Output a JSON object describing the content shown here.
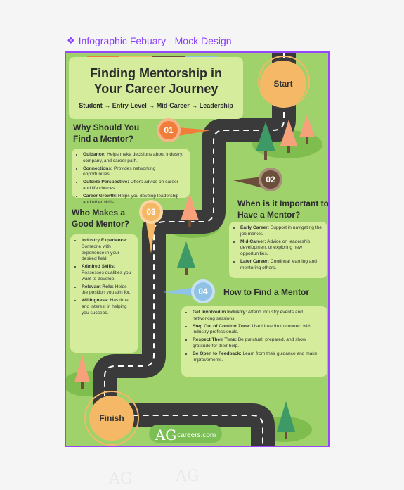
{
  "canvas": {
    "frame_label": "Infographic Febuary - Mock Design",
    "frame_icon": "component-diamond-icon",
    "selection_color": "#9747ff"
  },
  "infographic": {
    "title_line1": "Finding Mentorship in",
    "title_line2": "Your Career Journey",
    "career_path": "Student → Entry-Level → Mid-Career → Leadership",
    "start_label": "Start",
    "finish_label": "Finish",
    "logo_mark": "AG",
    "logo_text": "careers.com",
    "colors": {
      "background": "#9fd26a",
      "card": "#d5ec9d",
      "road": "#3a3a3a",
      "accent_orange": "#f07e3a",
      "accent_brown": "#6b4f3a",
      "accent_yellow": "#f4b866",
      "accent_blue": "#8fc2e4"
    },
    "sections": [
      {
        "number": "01",
        "heading": "Why Should You Find a Mentor?",
        "items": [
          {
            "term": "Guidance:",
            "text": "Helps make decisions about industry, company, and career path."
          },
          {
            "term": "Connections:",
            "text": "Provides networking opportunities."
          },
          {
            "term": "Outside Perspective:",
            "text": "Offers advice on career and life choices."
          },
          {
            "term": "Career Growth:",
            "text": "Helps you develop leadership and other skills."
          }
        ]
      },
      {
        "number": "02",
        "heading": "When is it Important to Have a Mentor?",
        "items": [
          {
            "term": "Early Career:",
            "text": "Support in navigating the job market."
          },
          {
            "term": "Mid-Career:",
            "text": "Advice on leadership development or exploring new opportunities."
          },
          {
            "term": "Later Career:",
            "text": "Continual learning and mentoring others."
          }
        ]
      },
      {
        "number": "03",
        "heading": "Who Makes a Good Mentor?",
        "items": [
          {
            "term": "Industry Experience:",
            "text": "Someone with experience in your desired field."
          },
          {
            "term": "Admired Skills:",
            "text": "Possesses qualities you want to develop."
          },
          {
            "term": "Relevant Role:",
            "text": "Holds the position you aim for."
          },
          {
            "term": "Willingness:",
            "text": "Has time and interest in helping you succeed."
          }
        ]
      },
      {
        "number": "04",
        "heading": "How to Find a Mentor",
        "items": [
          {
            "term": "Get Involved in Industry:",
            "text": "Attend industry events and networking sessions."
          },
          {
            "term": "Step Out of Comfort Zone:",
            "text": "Use LinkedIn to connect with industry professionals."
          },
          {
            "term": "Respect Their Time:",
            "text": "Be punctual, prepared, and show gratitude for their help."
          },
          {
            "term": "Be Open to Feedback:",
            "text": "Learn from their guidance and make improvements."
          }
        ]
      }
    ]
  },
  "ghost_logos": [
    "AG",
    "AG"
  ]
}
